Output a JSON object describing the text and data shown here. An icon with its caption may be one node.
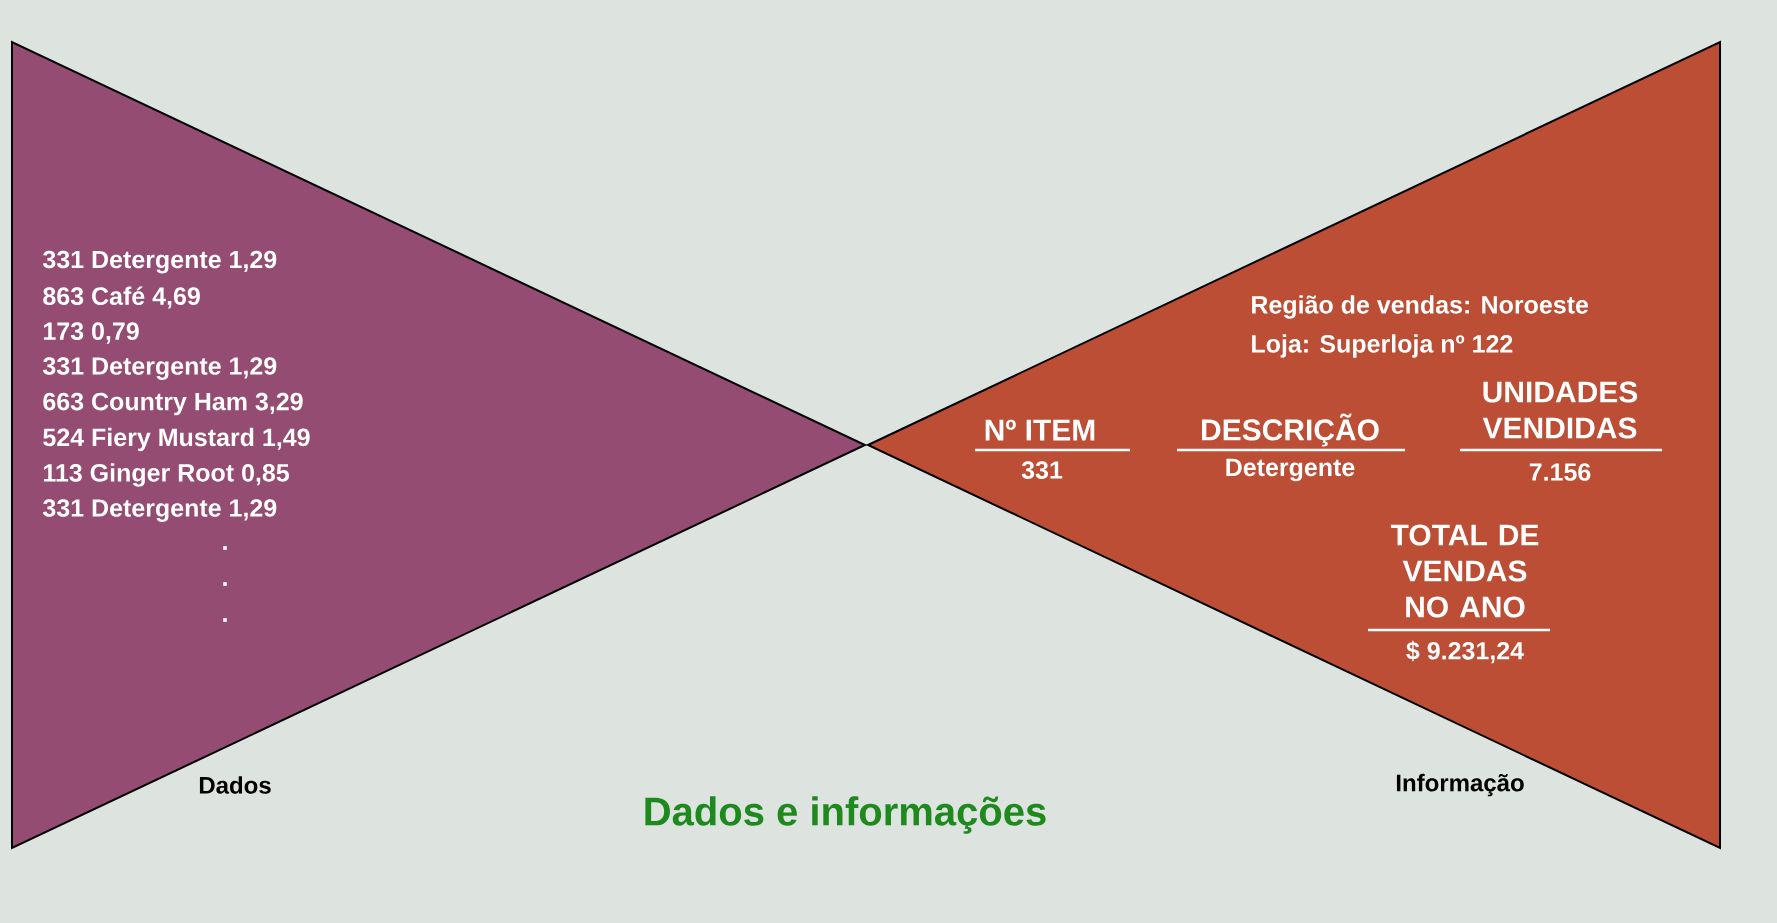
{
  "diagram": {
    "title": "Dados e informações",
    "nodes": [
      {
        "text": [
          "331 Detergente 1,29",
          "863 Café 4,69",
          "173 0,79",
          "331 Detergente 1,29",
          "663 Country Ham 3,29",
          "524 Fiery Mustard 1,49",
          "113 Ginger Root 0,85",
          "331 Detergente 1,29",
          ".",
          ".",
          ".",
          "Dados"
        ]
      },
      {
        "text": [
          "Região de vendas: Noroeste",
          "Loja: Superloja nº  122",
          "Nº ITEM",
          "DESCRIÇÃO",
          "UNIDADES VENDIDAS",
          "331",
          "Detergente",
          "7.156",
          "TOTAL DE VENDAS NO ANO",
          "$ 9.231,24",
          "Informação"
        ]
      }
    ]
  }
}
